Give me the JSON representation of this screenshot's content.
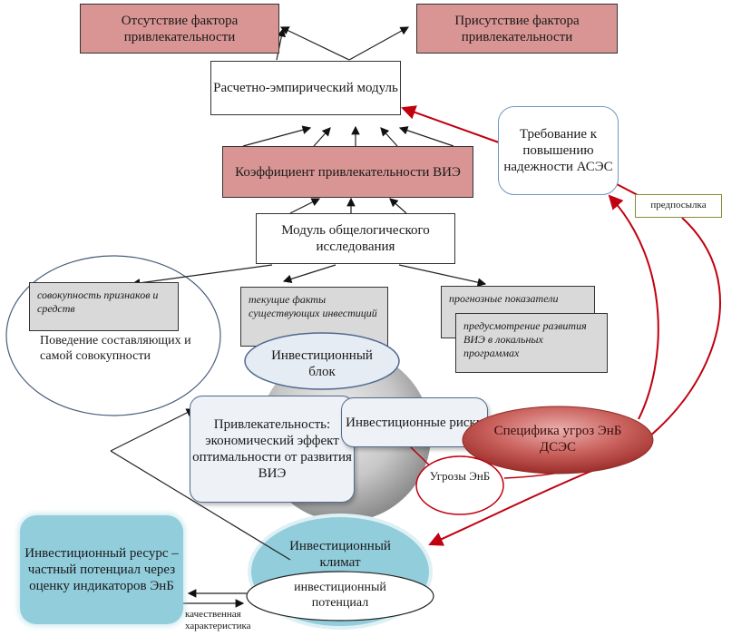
{
  "diagram": {
    "top": {
      "absence": "Отсутствие фактора привлекательности",
      "presence": "Присутствие фактора привлекательности"
    },
    "calc_module": "Расчетно-эмпирический модуль",
    "coefficient": "Коэффициент привлекательности ВИЭ",
    "general_module": "Модуль общелогического исследования",
    "requirement": "Требование к повышению надежности АСЭС",
    "premise": "предпосылка",
    "aggregate_box": "совокупность признаков и средств",
    "behavior_text": "Поведение составляющих и самой совокупности",
    "current_facts": "текущие факты существующих инвестиций",
    "forecast": "прогнозные показатели",
    "provision": "предусмотрение развития ВИЭ в локальных программах",
    "invest_block": "Инвестиционный блок",
    "attractiveness": "Привлекательность: экономический эффект оптимальности от развития ВИЭ",
    "invest_risks": "Инвестиционные риски",
    "threat_specifics": "Специфика угроз ЭнБ ДСЭС",
    "threats": "Угрозы ЭнБ",
    "invest_resource": "Инвестиционный ресурс – частный потенциал через оценку индикаторов ЭнБ",
    "invest_climate": "Инвестиционный климат",
    "invest_potential": "инвестиционный потенциал",
    "qualitative": "качественная характеристика"
  },
  "colors": {
    "pink": "#d99594",
    "teal": "#92cddc",
    "red_line": "#c0000f",
    "gray_box": "#d9d9d9",
    "dark_red_ellipse": "#c0504d"
  }
}
